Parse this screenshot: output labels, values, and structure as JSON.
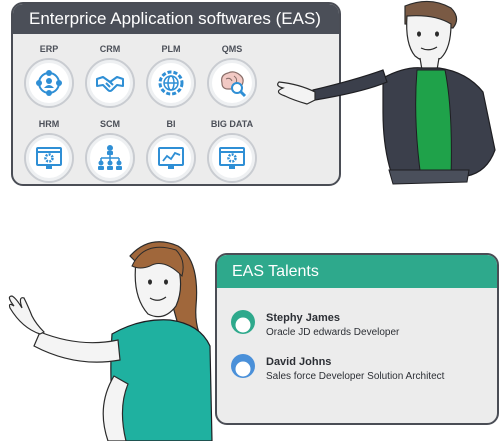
{
  "eas_panel": {
    "title": "Enterprice Application softwares (EAS)",
    "items": [
      {
        "label": "ERP",
        "icon": "network-users-icon"
      },
      {
        "label": "CRM",
        "icon": "handshake-icon"
      },
      {
        "label": "PLM",
        "icon": "globe-gear-icon"
      },
      {
        "label": "QMS",
        "icon": "brain-search-icon"
      },
      {
        "label": "HRM",
        "icon": "monitor-gear-icon"
      },
      {
        "label": "SCM",
        "icon": "org-chart-icon"
      },
      {
        "label": "BI",
        "icon": "line-chart-icon"
      },
      {
        "label": "BIG DATA",
        "icon": "monitor-gear-icon"
      }
    ]
  },
  "talents_panel": {
    "title": "EAS Talents",
    "talents": [
      {
        "name": "Stephy James",
        "role": "Oracle JD edwards Developer",
        "avatar_color": "#2ea98c"
      },
      {
        "name": "David Johns",
        "role": "Sales force Developer Solution Architect",
        "avatar_color": "#4a90d9"
      }
    ]
  },
  "colors": {
    "panel_dark": "#4b4f58",
    "accent_teal": "#2ea98c",
    "icon_blue": "#2f8fd5"
  }
}
